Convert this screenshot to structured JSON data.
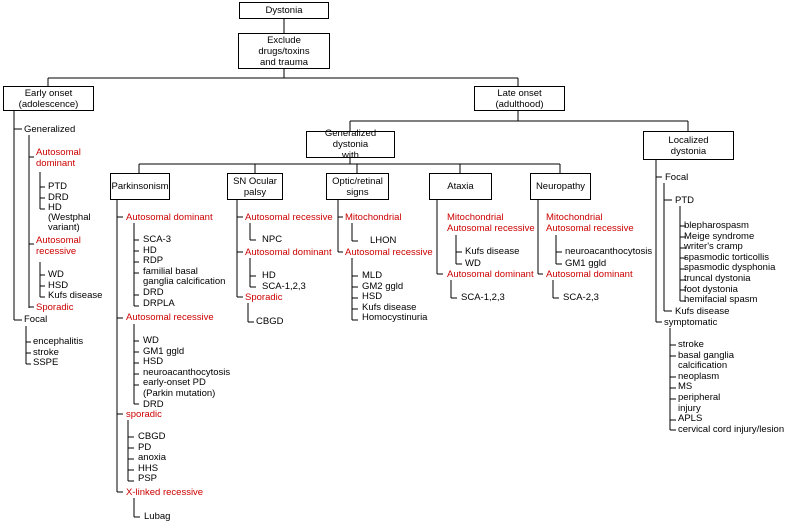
{
  "boxes": {
    "root": "Dystonia",
    "exclude": "Exclude\ndrugs/toxins\nand trauma",
    "early": "Early onset\n(adolescence)",
    "late": "Late onset\n(adulthood)",
    "gen_dyst": "Generalized dystonia\nwith",
    "localized": "Localized\ndystonia",
    "parkinsonism": "Parkinsonism",
    "sn_ocular": "SN Ocular\npalsy",
    "optic": "Optic/retinal\nsigns",
    "ataxia": "Ataxia",
    "neuropathy": "Neuropathy"
  },
  "early": {
    "generalized": "Generalized",
    "ad": "Autosomal\ndominant",
    "ad_items": [
      "PTD",
      "DRD",
      "HD\n(Westphal\nvariant)"
    ],
    "ar": "Autosomal\nrecessive",
    "ar_items": [
      "WD",
      "HSD",
      "Kufs disease"
    ],
    "sporadic": "Sporadic",
    "focal": "Focal",
    "focal_items": [
      "encephalitis",
      "stroke",
      "SSPE"
    ]
  },
  "parkinsonism": {
    "ad": "Autosomal dominant",
    "ad_items": [
      "SCA-3",
      "HD",
      "RDP",
      "familial basal\nganglia calcification",
      "DRD",
      "DRPLA"
    ],
    "ar": "Autosomal recessive",
    "ar_items": [
      "WD",
      "GM1 ggld",
      "HSD",
      "neuroacanthocytosis",
      "early-onset PD\n(Parkin mutation)",
      "DRD"
    ],
    "sporadic": "sporadic",
    "sporadic_items": [
      "CBGD",
      "PD",
      "anoxia",
      "HHS",
      "PSP"
    ],
    "xr": "X-linked recessive",
    "xr_items": [
      "Lubag"
    ]
  },
  "sn": {
    "ar": "Autosomal recessive",
    "ar_items": [
      "NPC"
    ],
    "ad": "Autosomal dominant",
    "ad_items": [
      "HD",
      "SCA-1,2,3"
    ],
    "sporadic": "Sporadic",
    "sporadic_items": [
      "CBGD"
    ]
  },
  "optic": {
    "mito": "Mitochondrial",
    "mito_items": [
      "LHON"
    ],
    "ar": "Autosomal recessive",
    "ar_items": [
      "MLD",
      "GM2 ggld",
      "HSD",
      "Kufs disease",
      "Homocystinuria"
    ]
  },
  "ataxia": {
    "mito": "Mitochondrial",
    "ar": "Autosomal recessive",
    "ar_items": [
      "Kufs disease",
      "WD"
    ],
    "ad": "Autosomal dominant",
    "ad_items": [
      "SCA-1,2,3"
    ]
  },
  "neuropathy": {
    "mito": "Mitochondrial",
    "ar": "Autosomal recessive",
    "ar_items": [
      "neuroacanthocytosis",
      "GM1 ggld"
    ],
    "ad": "Autosomal dominant",
    "ad_items": [
      "SCA-2,3"
    ]
  },
  "localized": {
    "focal": "Focal",
    "ptd": "PTD",
    "ptd_items": [
      "blepharospasm",
      "Meige syndrome",
      "writer's cramp",
      "spasmodic torticollis",
      "spasmodic dysphonia",
      "truncal dystonia",
      "foot dystonia",
      "hemifacial spasm"
    ],
    "kufs": "Kufs disease",
    "symptomatic": "symptomatic",
    "symptomatic_items": [
      "stroke",
      "basal ganglia\ncalcification",
      "neoplasm",
      "MS",
      "peripheral\ninjury",
      "APLS",
      "cervical cord injury/lesion"
    ]
  }
}
